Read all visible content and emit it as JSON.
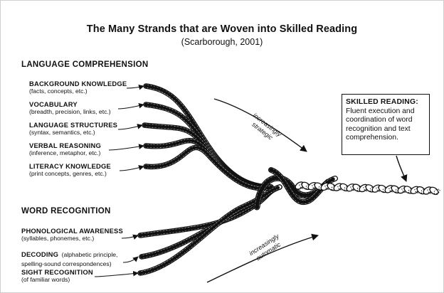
{
  "title": "The Many Strands that are Woven into Skilled Reading",
  "citation": "(Scarborough, 2001)",
  "language_comprehension": {
    "heading": "LANGUAGE COMPREHENSION",
    "items": [
      {
        "label": "BACKGROUND KNOWLEDGE",
        "detail": "(facts, concepts, etc.)"
      },
      {
        "label": "VOCABULARY",
        "detail": "(breadth, precision, links, etc.)"
      },
      {
        "label": "LANGUAGE STRUCTURES",
        "detail": "(syntax, semantics, etc.)"
      },
      {
        "label": "VERBAL REASONING",
        "detail": "(inference, metaphor, etc.)"
      },
      {
        "label": "LITERACY KNOWLEDGE",
        "detail": "(print concepts, genres, etc.)"
      }
    ]
  },
  "word_recognition": {
    "heading": "WORD RECOGNITION",
    "items": [
      {
        "label": "PHONOLOGICAL AWARENESS",
        "detail": "(syllables, phonemes, etc.)"
      },
      {
        "label": "DECODING",
        "detail_inline": "(alphabetic principle,",
        "detail": "spelling-sound correspondences)"
      },
      {
        "label": "SIGHT RECOGNITION",
        "detail": "(of familiar words)"
      }
    ]
  },
  "arrows": {
    "strategic_label": "increasingly strategic",
    "automatic_label": "increasingly automatic"
  },
  "skilled_reading": {
    "heading": "SKILLED READING:",
    "lines": [
      "Fluent execution and",
      "coordination of word",
      "recognition and text",
      "comprehension."
    ]
  },
  "colors": {
    "ink": "#111111",
    "background": "#ffffff"
  }
}
